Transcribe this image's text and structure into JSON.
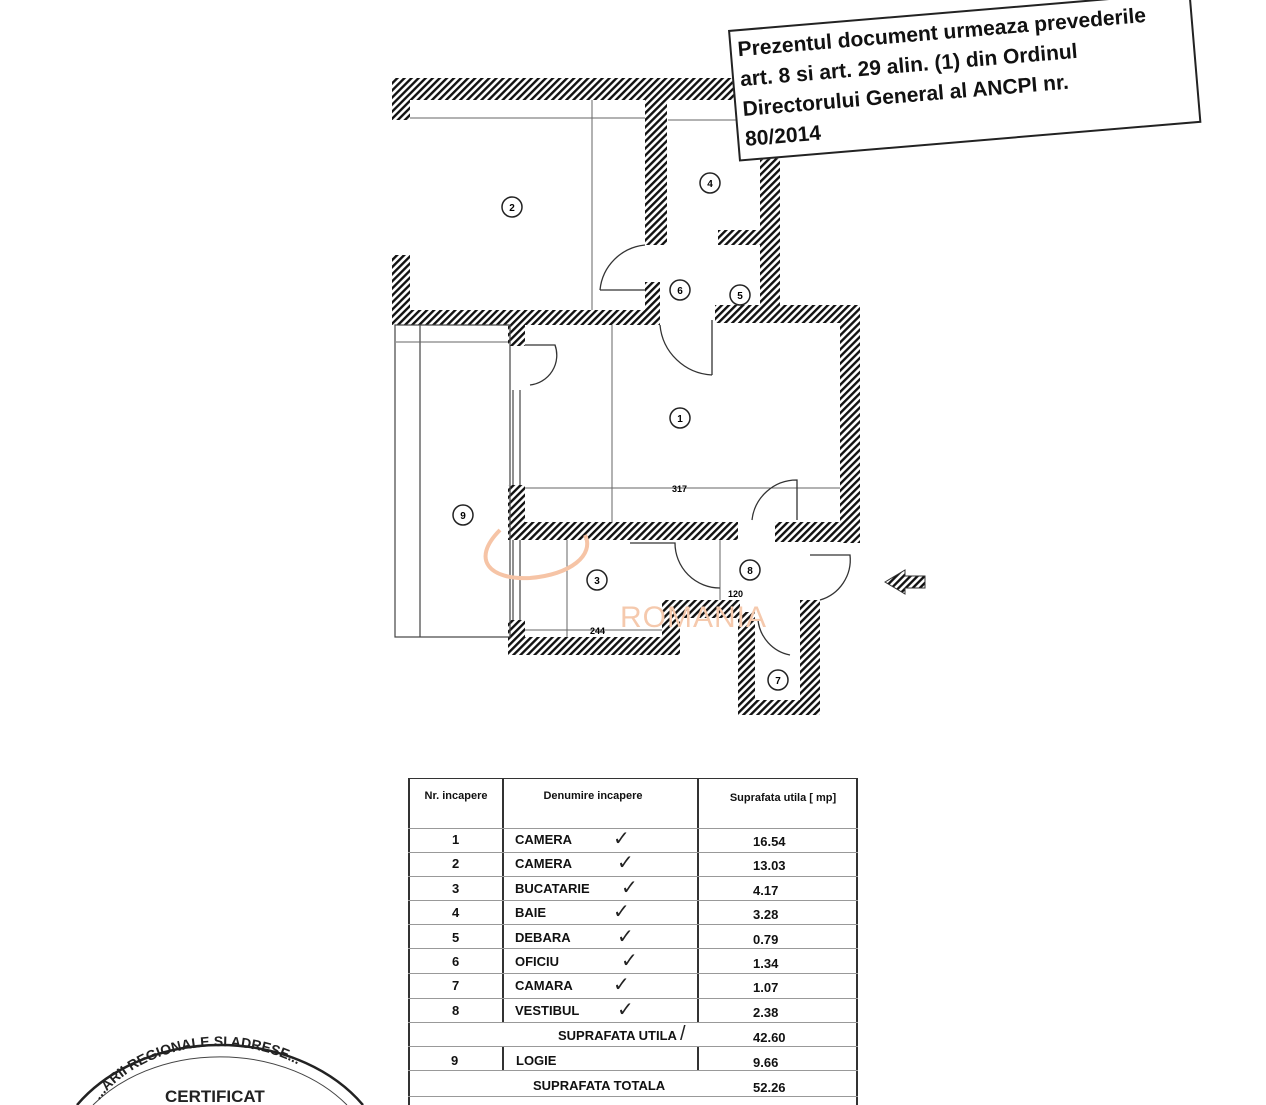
{
  "notice": {
    "lines": [
      "Prezentul document urmeaza prevederile",
      "art. 8 si art. 29 alin. (1) din Ordinul",
      "Directorului General al ANCPI nr.",
      "80/2014"
    ]
  },
  "plan": {
    "rooms": [
      "1",
      "2",
      "3",
      "4",
      "5",
      "6",
      "7",
      "8",
      "9"
    ],
    "dimensions": {
      "room1_width": "317",
      "kitchen_width": "244",
      "vestibule_width": "120"
    },
    "watermark": "ROMANIA",
    "entrance_arrow_icon": "arrow-left-icon"
  },
  "table": {
    "headers": [
      "Nr. incapere",
      "Denumire incapere",
      "Suprafata utila [ mp]"
    ],
    "rows": [
      {
        "nr": "1",
        "name": "CAMERA",
        "area": "16.54"
      },
      {
        "nr": "2",
        "name": "CAMERA",
        "area": "13.03"
      },
      {
        "nr": "3",
        "name": "BUCATARIE",
        "area": "4.17"
      },
      {
        "nr": "4",
        "name": "BAIE",
        "area": "3.28"
      },
      {
        "nr": "5",
        "name": "DEBARA",
        "area": "0.79"
      },
      {
        "nr": "6",
        "name": "OFICIU",
        "area": "1.34"
      },
      {
        "nr": "7",
        "name": "CAMARA",
        "area": "1.07"
      },
      {
        "nr": "8",
        "name": "VESTIBUL",
        "area": "2.38"
      }
    ],
    "useful_total": {
      "label": "SUPRAFATA UTILA",
      "area": "42.60"
    },
    "loggia": {
      "nr": "9",
      "name": "LOGIE",
      "area": "9.66"
    },
    "grand_total": {
      "label": "SUPRAFATA TOTALA",
      "area": "52.26"
    }
  },
  "stamp": {
    "arc_text": "...ARII REGIONALE SI ADRESE...",
    "center_text": "CERTIFICAT"
  }
}
